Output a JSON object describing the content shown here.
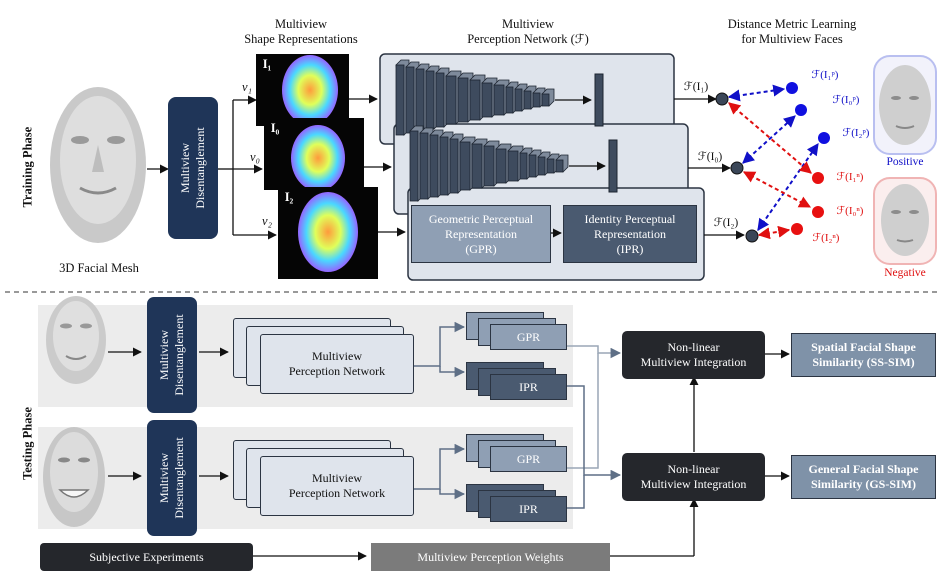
{
  "phases": {
    "training": "Training Phase",
    "testing": "Testing Phase"
  },
  "training": {
    "mesh_caption": "3D Facial Mesh",
    "disentangle": "Multiview\nDisentanglement",
    "shape_title": "Multiview\nShape Representations",
    "network_title": "Multiview\nPerception Network (ℱ)",
    "metric_title": "Distance Metric Learning\nfor Multiview Faces",
    "views": [
      "v₁",
      "v₀",
      "v₂"
    ],
    "images": [
      "I₁",
      "I₀",
      "I₂"
    ],
    "features": [
      "ℱ(I₁)",
      "ℱ(I₀)",
      "ℱ(I₂)"
    ],
    "gpr": "Geometric Perceptual\nRepresentation\n(GPR)",
    "ipr": "Identity Perceptual\nRepresentation\n(IPR)",
    "positive_labels": [
      "ℱ(I₁ᵖ)",
      "ℱ(I₀ᵖ)",
      "ℱ(I₂ᵖ)"
    ],
    "negative_labels": [
      "ℱ(I₁ⁿ)",
      "ℱ(I₀ⁿ)",
      "ℱ(I₂ⁿ)"
    ],
    "positive": "Positive",
    "negative": "Negative"
  },
  "testing": {
    "disentangle": "Multiview\nDisentanglement",
    "network": "Multiview\nPerception Network",
    "gpr": "GPR",
    "ipr": "IPR",
    "integration": "Non-linear\nMultiview Integration",
    "ss_sim": "Spatial Facial Shape\nSimilarity (SS-SIM)",
    "gs_sim": "General Facial Shape\nSimilarity (GS-SIM)",
    "subjective": "Subjective Experiments",
    "weights": "Multiview Perception Weights"
  },
  "colors": {
    "navy": "#1f3558",
    "positive": "#1010c8",
    "negative": "#e01010",
    "dark": "#25272c"
  }
}
